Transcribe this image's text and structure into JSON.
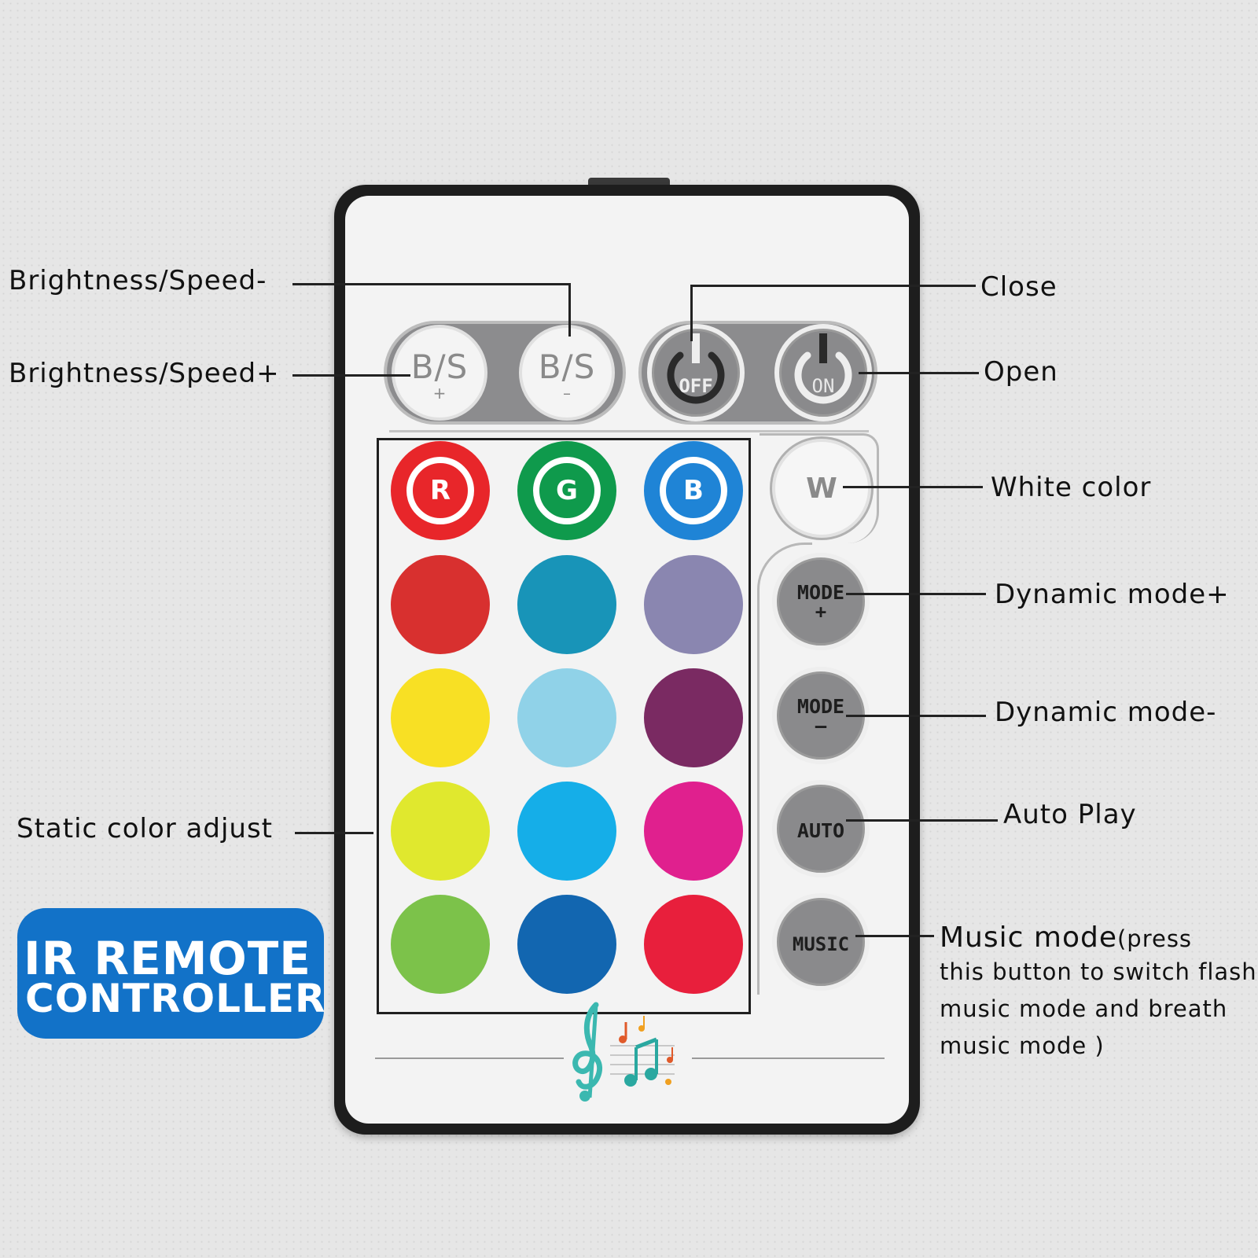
{
  "badge": {
    "line1": "IR REMOTE",
    "line2": "CONTROLLER"
  },
  "callouts": {
    "brightness_minus": "Brightness/Speed-",
    "brightness_plus": "Brightness/Speed+",
    "close": "Close",
    "open": "Open",
    "white": "White color",
    "mode_plus": "Dynamic mode+",
    "mode_minus": "Dynamic mode-",
    "auto": "Auto Play",
    "static": "Static color adjust",
    "music_title": "Music mode",
    "music_title_suffix": "(press",
    "music_line2": "this button to switch flash",
    "music_line3": "music mode and breath",
    "music_line4": "music mode )"
  },
  "buttons": {
    "bs_plus": {
      "main": "B/S",
      "sub": "+"
    },
    "bs_minus": {
      "main": "B/S",
      "sub": "–"
    },
    "off": "OFF",
    "on": "ON",
    "white": "W",
    "mode_plus": {
      "main": "MODE",
      "sub": "+"
    },
    "mode_minus": {
      "main": "MODE",
      "sub": "–"
    },
    "auto": "AUTO",
    "music": "MUSIC"
  },
  "rgb_buttons": [
    {
      "label": "R",
      "color": "#e8262a"
    },
    {
      "label": "G",
      "color": "#0f9a4c"
    },
    {
      "label": "B",
      "color": "#1f84d6"
    }
  ],
  "color_rows": [
    [
      "#d8302f",
      "#1894b8",
      "#8a86b0"
    ],
    [
      "#f8e024",
      "#90d2e8",
      "#7a2a62"
    ],
    [
      "#e0e82e",
      "#15aee8",
      "#e0208e"
    ],
    [
      "#7cc24a",
      "#1266b0",
      "#e81f3c"
    ]
  ],
  "colors": {
    "badge_blue": "#1272c8",
    "remote_frame": "#1d1d1d",
    "face": "#f3f3f3",
    "function_button": "#8a8a8c"
  }
}
